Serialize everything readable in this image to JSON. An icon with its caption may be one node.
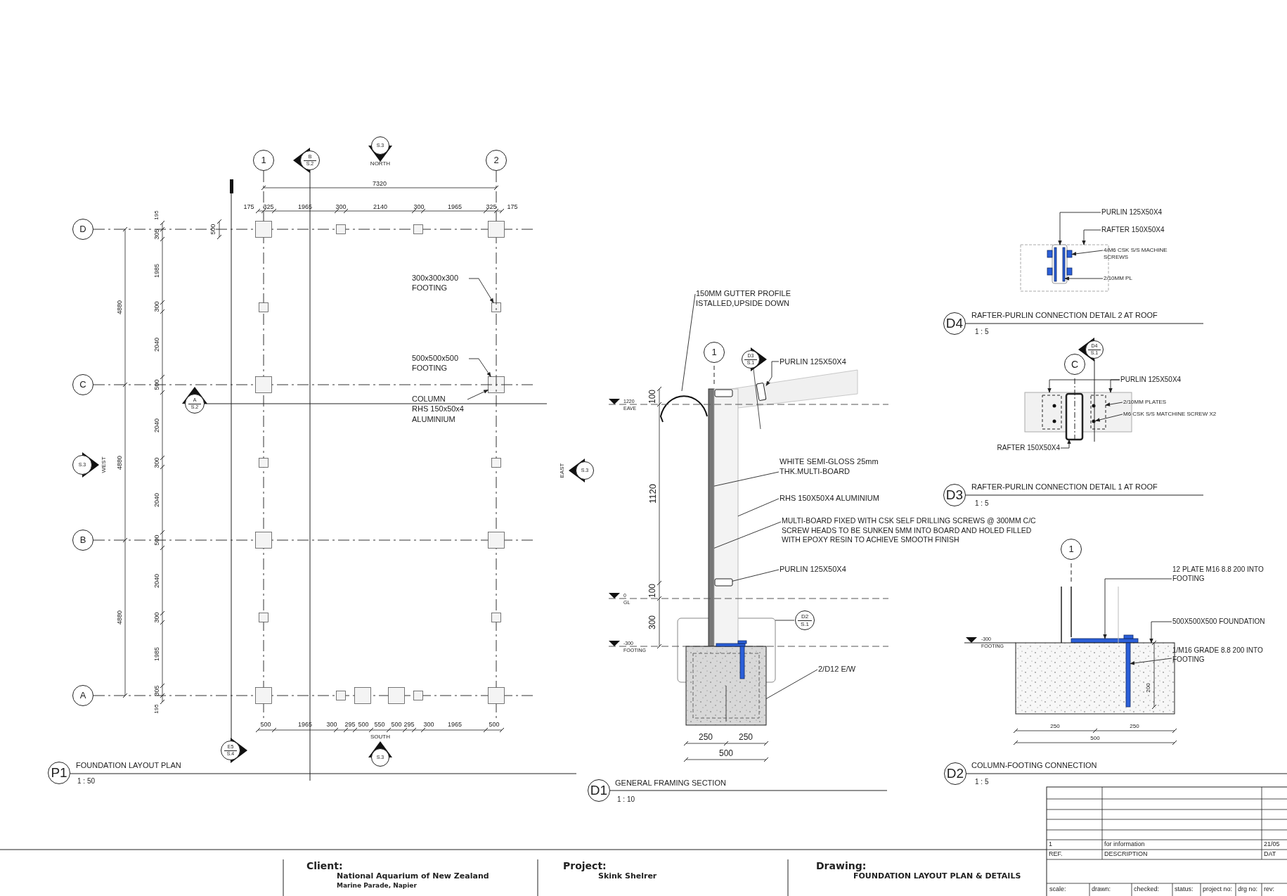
{
  "diagram": {
    "nodes": [
      {
        "text": [
          "1"
        ]
      },
      {
        "text": [
          "2"
        ]
      },
      {
        "text": [
          "D"
        ]
      },
      {
        "text": [
          "C"
        ]
      },
      {
        "text": [
          "B"
        ]
      },
      {
        "text": [
          "A"
        ]
      },
      {
        "text": [
          "B",
          "S.2"
        ]
      },
      {
        "text": [
          "S.3"
        ],
        "beside": [
          "NORTH"
        ]
      },
      {
        "text": [
          "A",
          "S.2"
        ]
      },
      {
        "text": [
          "S.3"
        ],
        "beside": [
          "WEST"
        ]
      },
      {
        "text": [
          "S.3"
        ],
        "beside": [
          "EAST"
        ]
      },
      {
        "text": [
          "E5",
          "S.4"
        ]
      },
      {
        "text": [
          "S.3"
        ],
        "beside": [
          "SOUTH"
        ]
      },
      {
        "text": [
          "300x300x300 FOOTING"
        ]
      },
      {
        "text": [
          "500x500x500 FOOTING"
        ]
      },
      {
        "text": [
          "COLUMN",
          "RHS 150x50x4 ALUMINIUM"
        ]
      },
      {
        "text": [
          "P1"
        ],
        "beside": [
          "FOUNDATION LAYOUT PLAN",
          "1 : 50"
        ]
      },
      {
        "text": [
          "1"
        ]
      },
      {
        "text": [
          "D3",
          "S.1"
        ]
      },
      {
        "text": [
          "D2",
          "S.1"
        ]
      },
      {
        "text": [
          "150MM GUTTER PROFILE ISTALLED,UPSIDE DOWN"
        ]
      },
      {
        "text": [
          "PURLIN 125X50X4"
        ]
      },
      {
        "text": [
          "WHITE SEMI-GLOSS 25mm THK.MULTI-BOARD"
        ]
      },
      {
        "text": [
          "RHS 150X50X4 ALUMINIUM"
        ]
      },
      {
        "text": [
          "MULTI-BOARD FIXED WITH CSK SELF DRILLING SCREWS @ 300MM C/C SCREW HEADS TO BE SUNKEN 5MM INTO BOARD AND HOLED FILLED WITH EPOXY RESIN TO ACHIEVE SMOOTH FINISH"
        ]
      },
      {
        "text": [
          "PURLIN 125X50X4"
        ]
      },
      {
        "text": [
          "2/D12 E/W"
        ]
      },
      {
        "text": [
          "D1"
        ],
        "beside": [
          "GENERAL FRAMING SECTION",
          "1 : 10"
        ]
      },
      {
        "text": [
          "PURLIN 125X50X4"
        ]
      },
      {
        "text": [
          "RAFTER 150X50X4"
        ]
      },
      {
        "text": [
          "4/M6 CSK S/S MACHINE SCREWS"
        ]
      },
      {
        "text": [
          "2/10MM PL"
        ]
      },
      {
        "text": [
          "D4"
        ],
        "beside": [
          "RAFTER-PURLIN CONNECTION DETAIL 2 AT ROOF",
          "1 : 5"
        ]
      },
      {
        "text": [
          "C"
        ]
      },
      {
        "text": [
          "D4",
          "S.1"
        ]
      },
      {
        "text": [
          "PURLIN 125X50X4"
        ]
      },
      {
        "text": [
          "2/10MM PLATES"
        ]
      },
      {
        "text": [
          "M6 CSK S/S MATCHINE SCREW X2"
        ]
      },
      {
        "text": [
          "RAFTER 150X50X4"
        ]
      },
      {
        "text": [
          "D3"
        ],
        "beside": [
          "RAFTER-PURLIN CONNECTION DETAIL 1 AT ROOF",
          "1 : 5"
        ]
      },
      {
        "text": [
          "1"
        ]
      },
      {
        "text": [
          "12 PLATE M16 8.8 200 INTO FOOTING"
        ]
      },
      {
        "text": [
          "500X500X500 FOUNDATION"
        ]
      },
      {
        "text": [
          "1/M16 GRADE 8.8 200 INTO FOOTING"
        ]
      },
      {
        "text": [
          "D2"
        ],
        "beside": [
          "COLUMN-FOOTING CONNECTION",
          "1 : 5"
        ]
      },
      {
        "text": [],
        "shape": "box"
      },
      {
        "text": [],
        "shape": "box"
      },
      {
        "text": [],
        "shape": "box"
      },
      {
        "text": [],
        "shape": "arc"
      },
      {
        "text": [],
        "shape": "box"
      },
      {
        "text": [],
        "shape": "bar"
      },
      {
        "text": [],
        "shape": "box"
      },
      {
        "text": [],
        "shape": "box",
        "in": 51
      },
      {
        "text": [],
        "shape": "box"
      },
      {
        "text": [],
        "shape": "box"
      },
      {
        "text": [],
        "shape": "box",
        "in": 54
      },
      {
        "text": [],
        "shape": "bar",
        "in": 54
      },
      {
        "text": [],
        "shape": "bar",
        "in": 55
      },
      {
        "text": [],
        "shape": "box"
      },
      {
        "text": [],
        "shape": "box",
        "in": 58
      },
      {
        "text": [],
        "shape": "circle",
        "in": 59
      },
      {
        "text": [],
        "shape": "box"
      },
      {
        "text": [],
        "shape": "bar"
      },
      {
        "text": [],
        "shape": "box"
      },
      {
        "text": [],
        "shape": "bar",
        "in": 63
      }
    ],
    "edges": [
      {
        "from": 13,
        "to": 46,
        "arrow": "to"
      },
      {
        "from": 14,
        "to": 47,
        "arrow": "to"
      },
      {
        "from": 15,
        "to": 47,
        "arrow": "to"
      },
      {
        "from": 20,
        "to": 48,
        "arrow": "none"
      },
      {
        "from": 21,
        "to": 49,
        "arrow": "to"
      },
      {
        "from": 22,
        "to": 50,
        "arrow": "none"
      },
      {
        "from": 23,
        "to": 51,
        "arrow": "none"
      },
      {
        "from": 24,
        "to": 50,
        "arrow": "none"
      },
      {
        "from": 25,
        "to": 52,
        "arrow": "none"
      },
      {
        "from": 26,
        "to": 53,
        "arrow": "none"
      },
      {
        "from": 19,
        "to": 45,
        "arrow": "none"
      },
      {
        "from": 28,
        "to": 55,
        "arrow": "to"
      },
      {
        "from": 29,
        "to": 54,
        "arrow": "to"
      },
      {
        "from": 30,
        "to": 56,
        "arrow": "to"
      },
      {
        "from": 31,
        "to": 57,
        "arrow": "to"
      },
      {
        "from": 35,
        "to": 58,
        "arrow": "to"
      },
      {
        "from": 35,
        "to": 58,
        "arrow": "to"
      },
      {
        "from": 36,
        "to": 59,
        "arrow": "to"
      },
      {
        "from": 37,
        "to": 60,
        "arrow": "to"
      },
      {
        "from": 38,
        "to": 61,
        "arrow": "to"
      },
      {
        "from": 41,
        "to": 62,
        "arrow": "to"
      },
      {
        "from": 42,
        "to": 63,
        "arrow": "to"
      },
      {
        "from": 43,
        "to": 64,
        "arrow": "to"
      }
    ],
    "labels": [
      "7320",
      "175",
      "325",
      "1965",
      "300",
      "2140",
      "300",
      "1965",
      "325",
      "175",
      "500",
      "195",
      "305",
      "1985",
      "300",
      "2040",
      "500",
      "2040",
      "300",
      "2040",
      "500",
      "2040",
      "300",
      "1985",
      "305",
      "195",
      "4880",
      "4880",
      "4880",
      "500",
      "1965",
      "300",
      "295",
      "500",
      "550",
      "500",
      "295",
      "300",
      "1965",
      "500",
      "1220",
      "EAVE",
      "100",
      "1120",
      "100",
      "0",
      "GL",
      "300",
      "-300",
      "FOOTING",
      "250",
      "250",
      "500",
      "-300",
      "FOOTING",
      "200",
      "250",
      "250",
      "500",
      "Client:",
      "National Aquarium of New Zealand",
      "Marine Parade, Napier",
      "Project:",
      "Skink Shelrer",
      "Drawing:",
      "FOUNDATION LAYOUT PLAN & DETAILS",
      "1",
      "for information",
      "21/05",
      "REF.",
      "DESCRIPTION",
      "DAT",
      "scale:",
      "drawn:",
      "checked:",
      "status:",
      "project no:",
      "drg no:",
      "rev:"
    ]
  }
}
